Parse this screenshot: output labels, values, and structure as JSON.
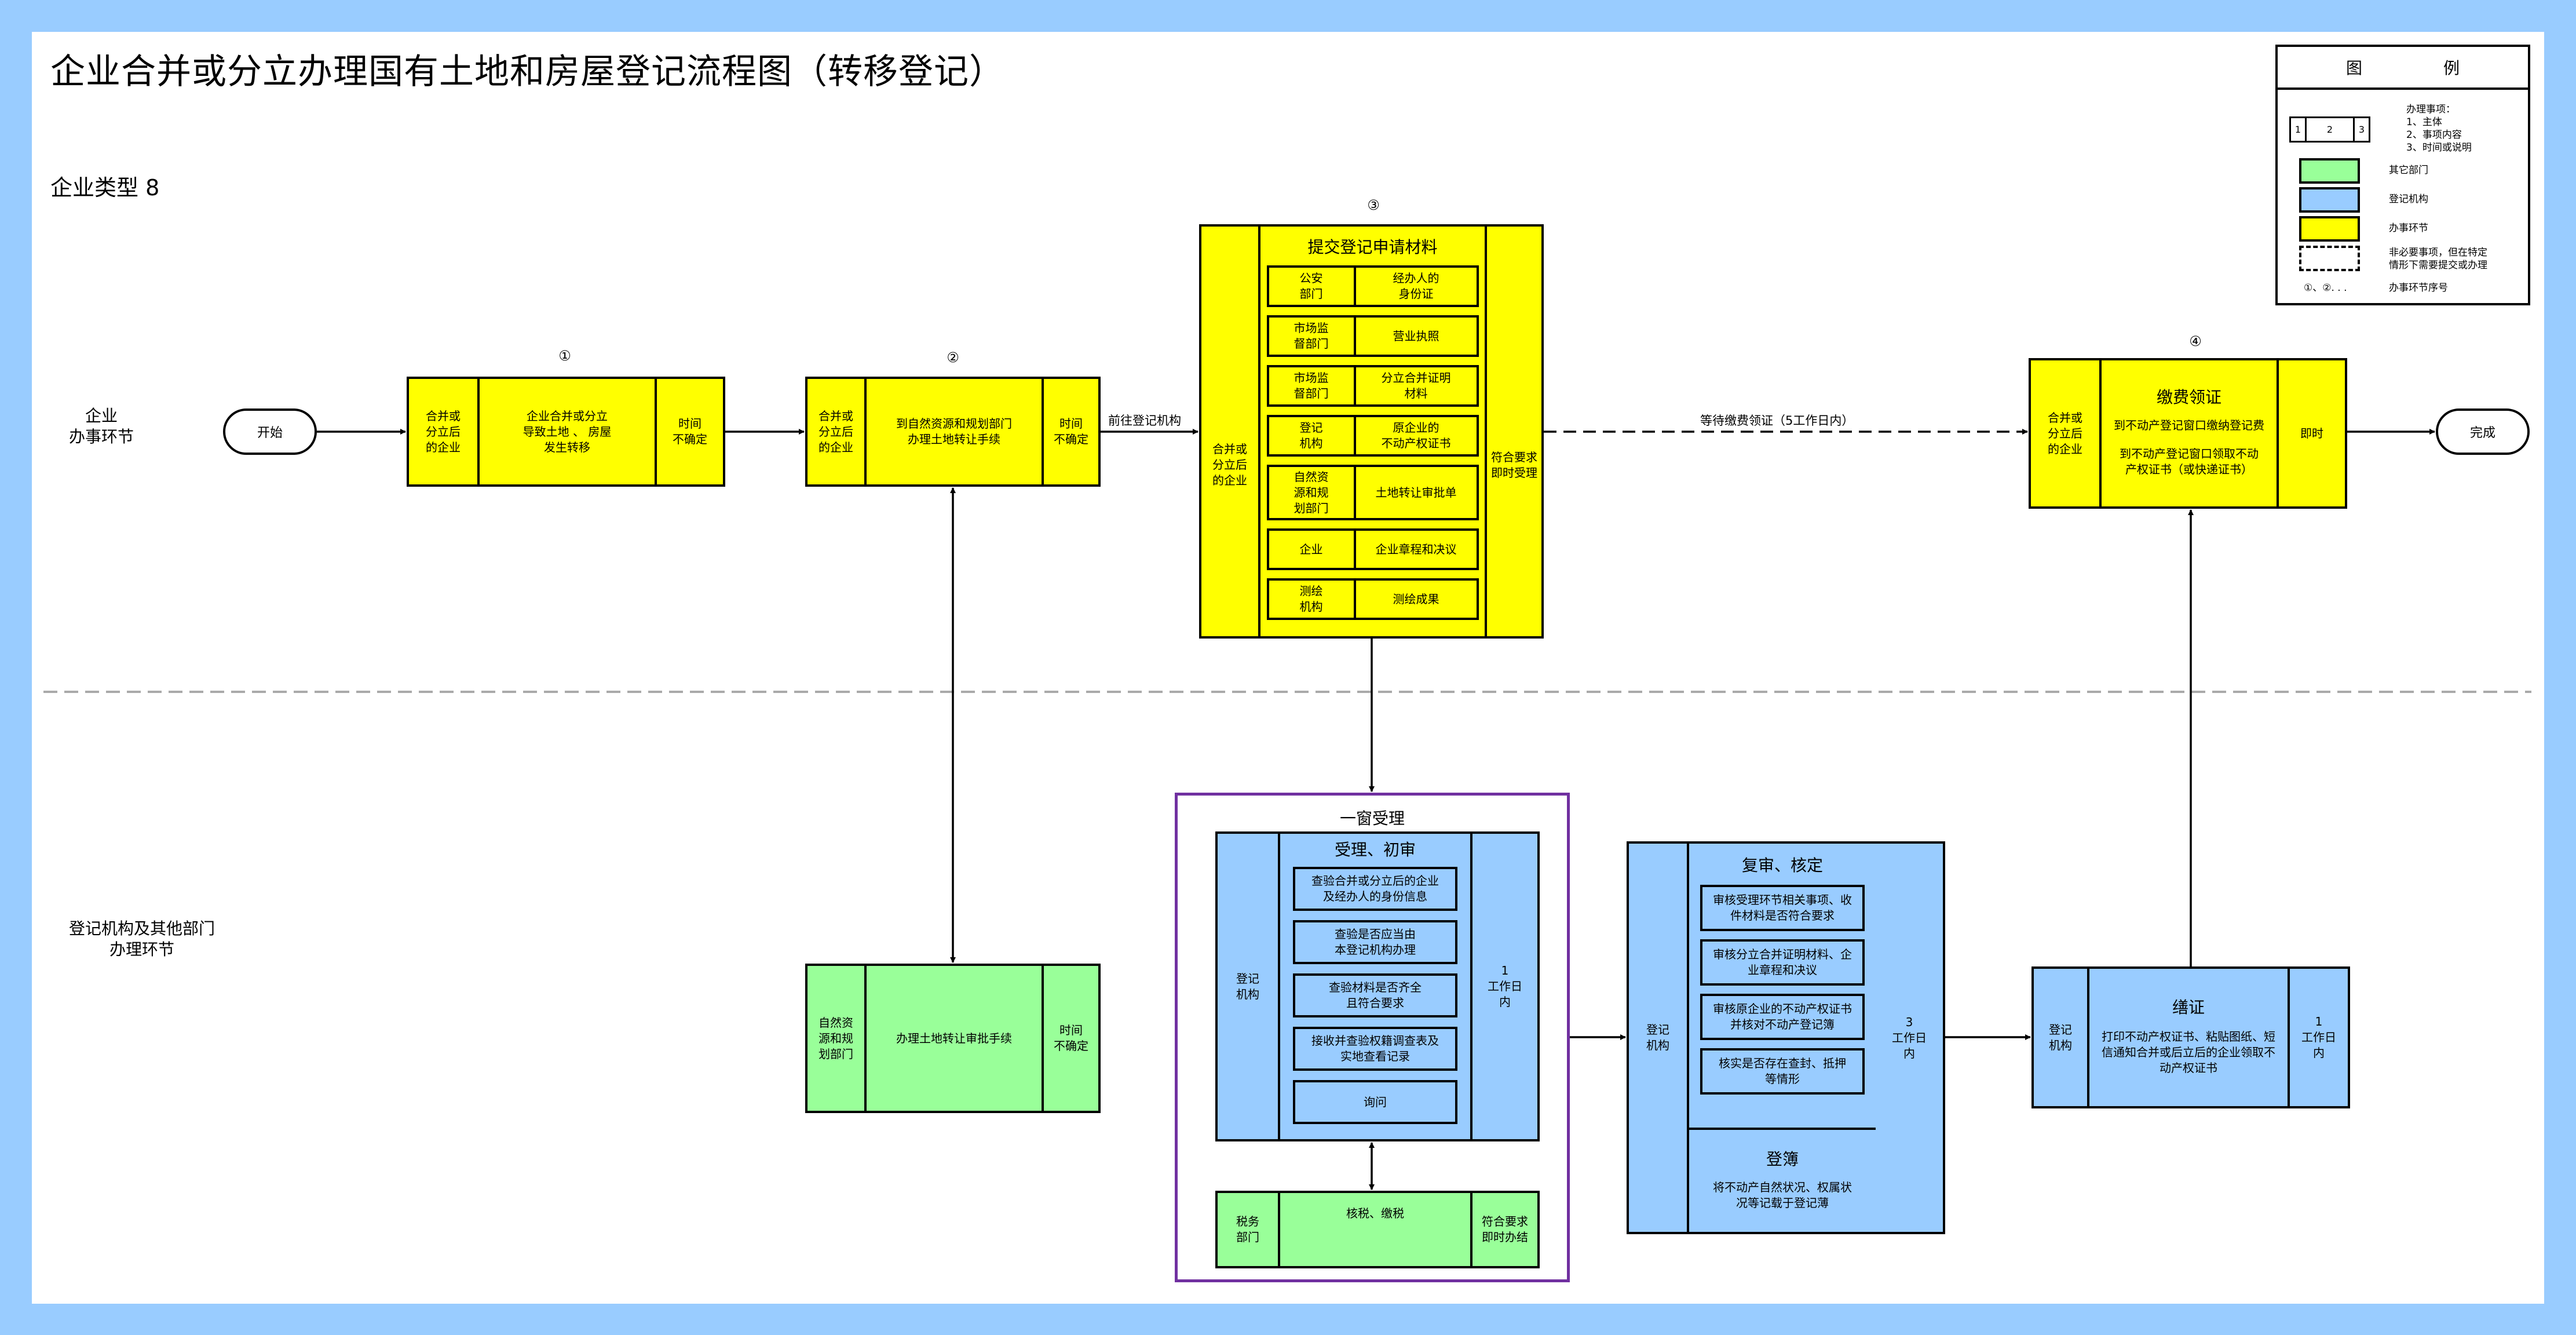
{
  "title": "企业合并或分立办理国有土地和房屋登记流程图（转移登记）",
  "subtitle": "企业类型 8",
  "lanes": {
    "enterprise": "企业\n办事环节",
    "registry": "登记机构及其他部门\n办理环节"
  },
  "terminals": {
    "start": "开始",
    "end": "完成"
  },
  "colors": {
    "enterprise_step": "#ffff00",
    "registry": "#99ccff",
    "other_dept": "#99ff99",
    "window_group_border": "#7030a0",
    "frame": "#99ccff"
  },
  "steps": {
    "s1": {
      "no": "①",
      "actor": "合并或\n分立后\n的企业",
      "content": "企业合并或分立\n导致土地 、 房屋\n发生转移",
      "time": "时间\n不确定"
    },
    "s2": {
      "no": "②",
      "actor": "合并或\n分立后\n的企业",
      "content": "到自然资源和规划部门\n办理土地转让手续",
      "time": "时间\n不确定"
    },
    "s3": {
      "no": "③",
      "actor": "合并或\n分立后\n的企业",
      "heading": "提交登记申请材料",
      "time": "符合要求\n即时受理",
      "materials": [
        {
          "dept": "公安\n部门",
          "item": "经办人的\n身份证"
        },
        {
          "dept": "市场监\n督部门",
          "item": "营业执照"
        },
        {
          "dept": "市场监\n督部门",
          "item": "分立合并证明\n材料"
        },
        {
          "dept": "登记\n机构",
          "item": "原企业的\n不动产权证书"
        },
        {
          "dept": "自然资\n源和规\n划部门",
          "item": "土地转让审批单"
        },
        {
          "dept": "企业",
          "item": "企业章程和决议"
        },
        {
          "dept": "测绘\n机构",
          "item": "测绘成果"
        }
      ]
    },
    "s4": {
      "no": "④",
      "actor": "合并或\n分立后\n的企业",
      "heading": "缴费领证",
      "lines": [
        "到不动产登记窗口缴纳登记费",
        "到不动产登记窗口领取不动\n产权证书（或快递证书）"
      ],
      "time": "即时"
    }
  },
  "edges": {
    "to_registry": "前往登记机构",
    "wait_fee": "等待缴费领证（5工作日内）"
  },
  "land_approval": {
    "actor": "自然资\n源和规\n划部门",
    "content": "办理土地转让审批手续",
    "time": "时间\n不确定"
  },
  "window": {
    "title": "一窗受理",
    "accept": {
      "actor": "登记\n机构",
      "heading": "受理、初审",
      "time": "1\n工作日\n内",
      "checks": [
        "查验合并或分立后的企业\n及经办人的身份信息",
        "查验是否应当由\n本登记机构办理",
        "查验材料是否齐全\n且符合要求",
        "接收并查验权籍调查表及\n实地查看记录",
        "询问"
      ]
    },
    "tax": {
      "actor": "税务\n部门",
      "content": "核税、缴税",
      "time": "符合要求\n即时办结"
    }
  },
  "review": {
    "actor": "登记\n机构",
    "heading": "复审、核定",
    "time": "3\n工作日\n内",
    "checks": [
      "审核受理环节相关事项、收\n件材料是否符合要求",
      "审核分立合并证明材料、企\n业章程和决议",
      "审核原企业的不动产权证书\n并核对不动产登记簿",
      "核实是否存在查封、抵押\n等情形"
    ],
    "record_heading": "登簿",
    "record_text": "将不动产自然状况、权属状\n况等记载于登记薄"
  },
  "certificate": {
    "actor": "登记\n机构",
    "heading": "缮证",
    "content": "打印不动产权证书、粘贴图纸、短\n信通知合并或后立后的企业领取不\n动产权证书",
    "time": "1\n工作日\n内"
  },
  "legend": {
    "title_left": "图",
    "title_right": "例",
    "sample_cells": [
      "1",
      "2",
      "3"
    ],
    "sample_desc": "办理事项：\n1、主体\n2、事项内容\n3、时间或说明",
    "other_dept": "其它部门",
    "registry": "登记机构",
    "step": "办事环节",
    "optional": "非必要事项，但在特定\n情形下需要提交或办理",
    "step_no_sample": "①、②. . .",
    "step_no_desc": "办事环节序号"
  }
}
